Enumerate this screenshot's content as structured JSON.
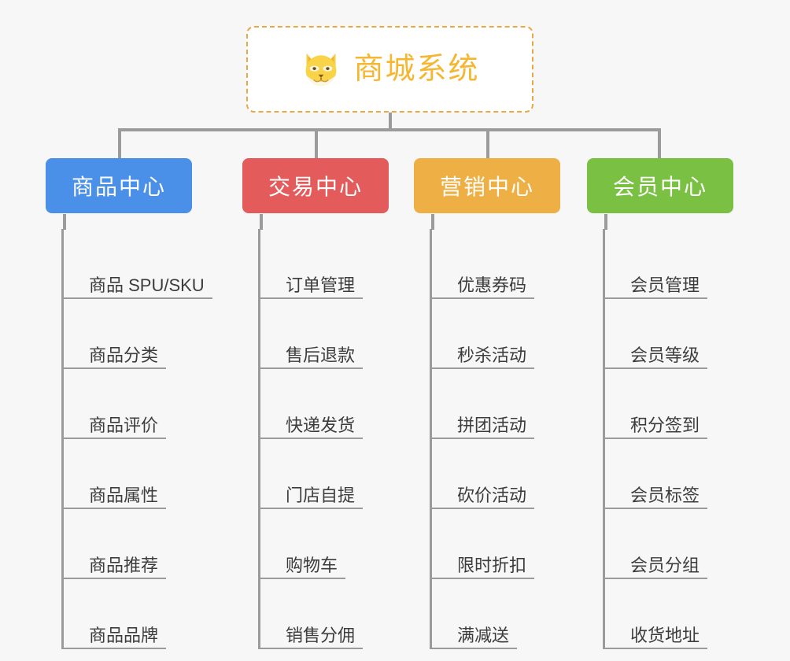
{
  "root": {
    "title": "商城系统",
    "icon": "shiba-inu-icon",
    "border_color": "#eaa843",
    "title_color": "#f5b731",
    "background": "#ffffff"
  },
  "canvas": {
    "background": "#f7f7f7",
    "connector_color": "#9b9b9b"
  },
  "columns": [
    {
      "title": "商品中心",
      "color": "#4a90e8",
      "items": [
        "商品 SPU/SKU",
        "商品分类",
        "商品评价",
        "商品属性",
        "商品推荐",
        "商品品牌"
      ]
    },
    {
      "title": "交易中心",
      "color": "#e35b5b",
      "items": [
        "订单管理",
        "售后退款",
        "快递发货",
        "门店自提",
        "购物车",
        "销售分佣"
      ]
    },
    {
      "title": "营销中心",
      "color": "#eeb044",
      "items": [
        "优惠券码",
        "秒杀活动",
        "拼团活动",
        "砍价活动",
        "限时折扣",
        "满减送"
      ]
    },
    {
      "title": "会员中心",
      "color": "#7ac143",
      "items": [
        "会员管理",
        "会员等级",
        "积分签到",
        "会员标签",
        "会员分组",
        "收货地址"
      ]
    }
  ]
}
